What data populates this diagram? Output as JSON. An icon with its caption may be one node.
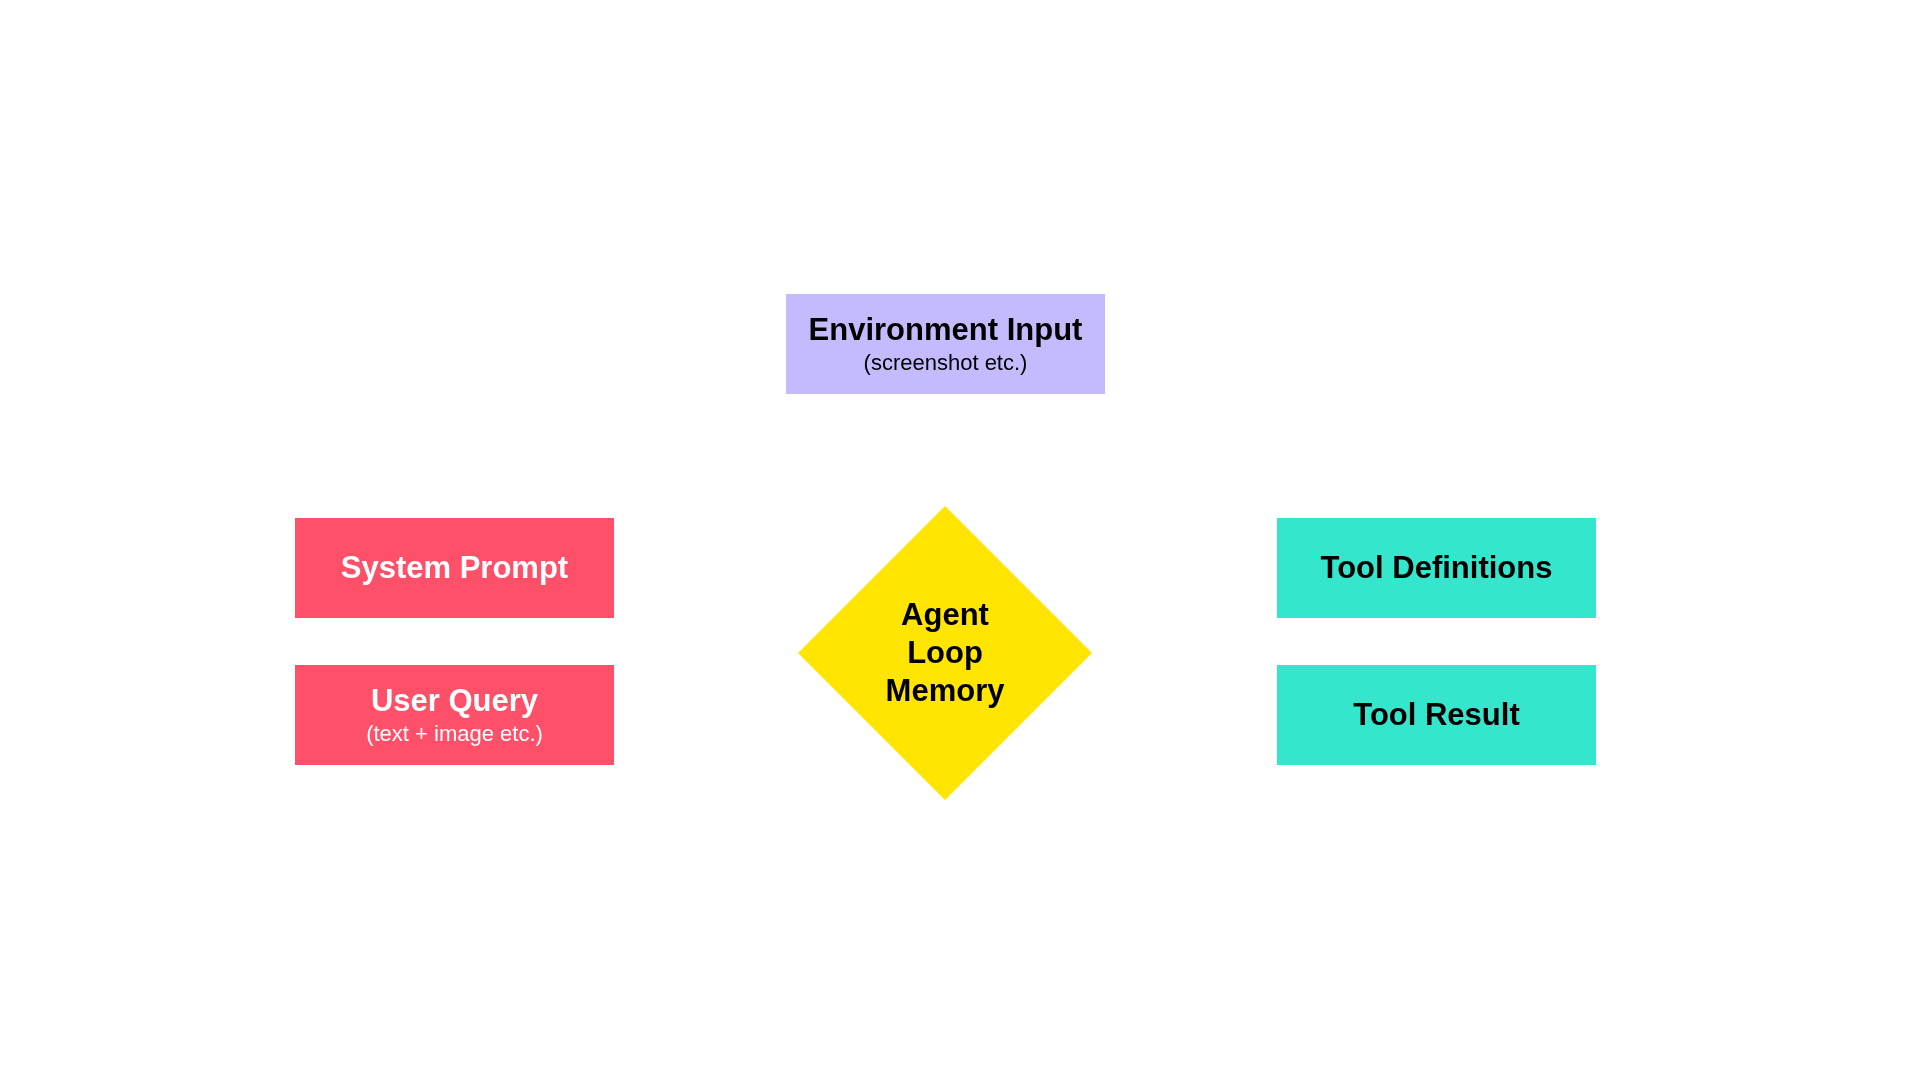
{
  "diagram": {
    "nodes": [
      {
        "text": [
          "Environment Input",
          "(screenshot etc.)"
        ]
      },
      {
        "text": [
          "System Prompt"
        ]
      },
      {
        "text": [
          "Agent Loop Memory"
        ]
      },
      {
        "text": [
          "Tool Definitions"
        ]
      },
      {
        "text": [
          "User Query",
          "(text + image etc.)"
        ]
      },
      {
        "text": [
          "Tool Result"
        ]
      }
    ]
  }
}
